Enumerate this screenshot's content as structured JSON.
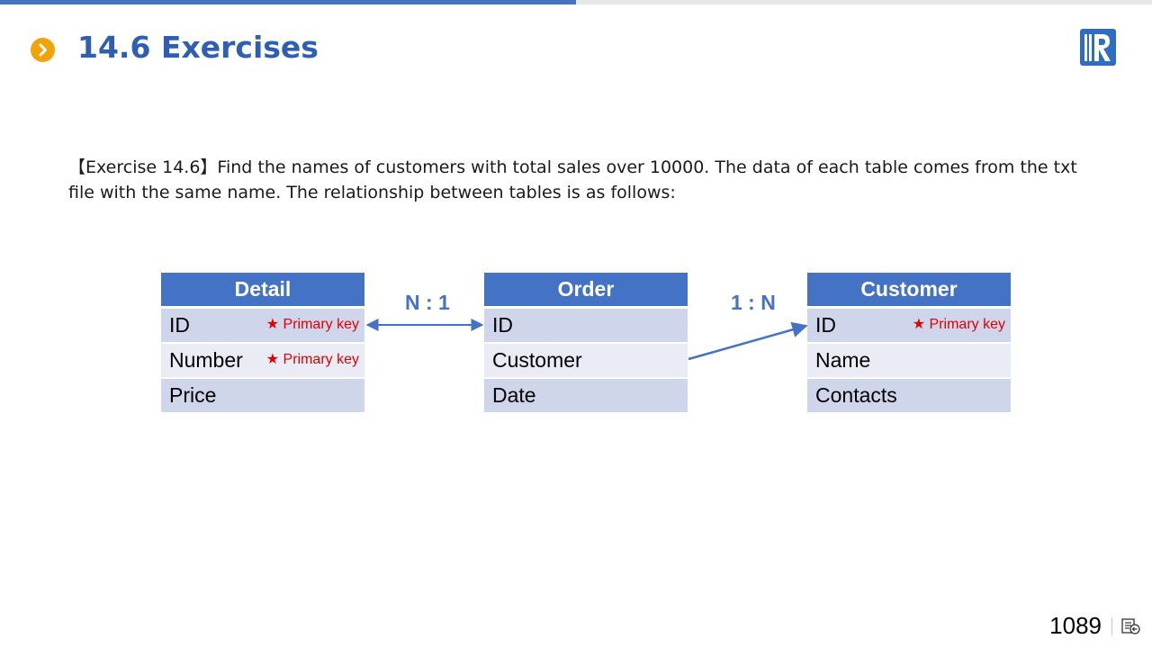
{
  "progress": {
    "fraction": 0.5
  },
  "header": {
    "title": "14.6 Exercises",
    "bullet_icon": "chevron-right-circle-icon",
    "logo_icon": "r-logo-icon"
  },
  "exercise": {
    "text": "【Exercise 14.6】Find the names of customers with total sales over 10000. The data of each table comes from the txt file with the same name. The relationship between tables is as follows:"
  },
  "diagram": {
    "tables": [
      {
        "name": "Detail",
        "fields": [
          {
            "name": "ID",
            "note": "★ Primary key"
          },
          {
            "name": "Number",
            "note": "★ Primary key"
          },
          {
            "name": "Price",
            "note": ""
          }
        ]
      },
      {
        "name": "Order",
        "fields": [
          {
            "name": "ID",
            "note": ""
          },
          {
            "name": "Customer",
            "note": ""
          },
          {
            "name": "Date",
            "note": ""
          }
        ]
      },
      {
        "name": "Customer",
        "fields": [
          {
            "name": "ID",
            "note": "★ Primary key"
          },
          {
            "name": "Name",
            "note": ""
          },
          {
            "name": "Contacts",
            "note": ""
          }
        ]
      }
    ],
    "relations": [
      {
        "label": "N : 1"
      },
      {
        "label": "1 : N"
      }
    ]
  },
  "footer": {
    "page_number": "1089",
    "nav_icon": "slide-return-icon"
  },
  "colors": {
    "accent": "#4472c4",
    "title": "#2f5fb3",
    "bullet": "#f0a30a",
    "primary_key": "#e00000",
    "row_dark": "#cfd5ea",
    "row_light": "#e9ebf5"
  }
}
